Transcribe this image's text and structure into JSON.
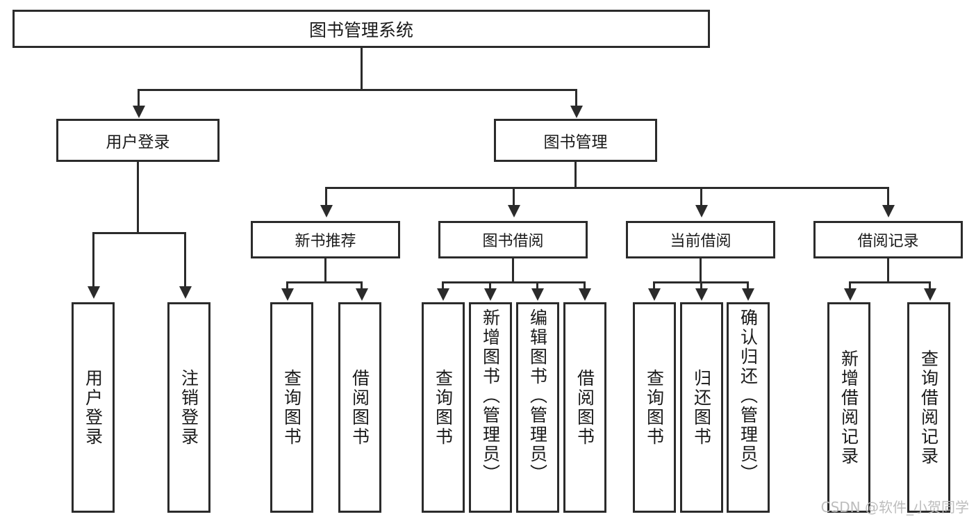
{
  "diagram": {
    "title": "图书管理系统",
    "type": "tree",
    "root": {
      "id": "root",
      "label": "图书管理系统"
    },
    "level2": [
      {
        "id": "user-login",
        "label": "用户登录"
      },
      {
        "id": "book-management",
        "label": "图书管理"
      }
    ],
    "level3": [
      {
        "id": "new-book-recommend",
        "label": "新书推荐",
        "parent": "book-management"
      },
      {
        "id": "book-borrow",
        "label": "图书借阅",
        "parent": "book-management"
      },
      {
        "id": "current-borrow",
        "label": "当前借阅",
        "parent": "book-management"
      },
      {
        "id": "borrow-record",
        "label": "借阅记录",
        "parent": "book-management"
      }
    ],
    "leaves": [
      {
        "id": "leaf-user-login",
        "label": "用户登录",
        "parent": "user-login"
      },
      {
        "id": "leaf-user-logout",
        "label": "注销登录",
        "parent": "user-login"
      },
      {
        "id": "leaf-query-book-1",
        "label": "查询图书",
        "parent": "new-book-recommend"
      },
      {
        "id": "leaf-borrow-book-1",
        "label": "借阅图书",
        "parent": "new-book-recommend"
      },
      {
        "id": "leaf-query-book-2",
        "label": "查询图书",
        "parent": "book-borrow"
      },
      {
        "id": "leaf-add-book",
        "label": "新增图书（管理员）",
        "parent": "book-borrow"
      },
      {
        "id": "leaf-edit-book",
        "label": "编辑图书（管理员）",
        "parent": "book-borrow"
      },
      {
        "id": "leaf-borrow-book-2",
        "label": "借阅图书",
        "parent": "book-borrow"
      },
      {
        "id": "leaf-query-book-3",
        "label": "查询图书",
        "parent": "current-borrow"
      },
      {
        "id": "leaf-return-book",
        "label": "归还图书",
        "parent": "current-borrow"
      },
      {
        "id": "leaf-confirm-return",
        "label": "确认归还（管理员）",
        "parent": "current-borrow"
      },
      {
        "id": "leaf-add-record",
        "label": "新增借阅记录",
        "parent": "borrow-record"
      },
      {
        "id": "leaf-query-record",
        "label": "查询借阅记录",
        "parent": "borrow-record"
      }
    ]
  },
  "watermark": {
    "text": "CSDN @软件_小贺同学"
  },
  "colors": {
    "stroke": "#2b2b2b",
    "background": "#ffffff",
    "text": "#1a1a1a",
    "watermark": "#bdbdbd"
  }
}
